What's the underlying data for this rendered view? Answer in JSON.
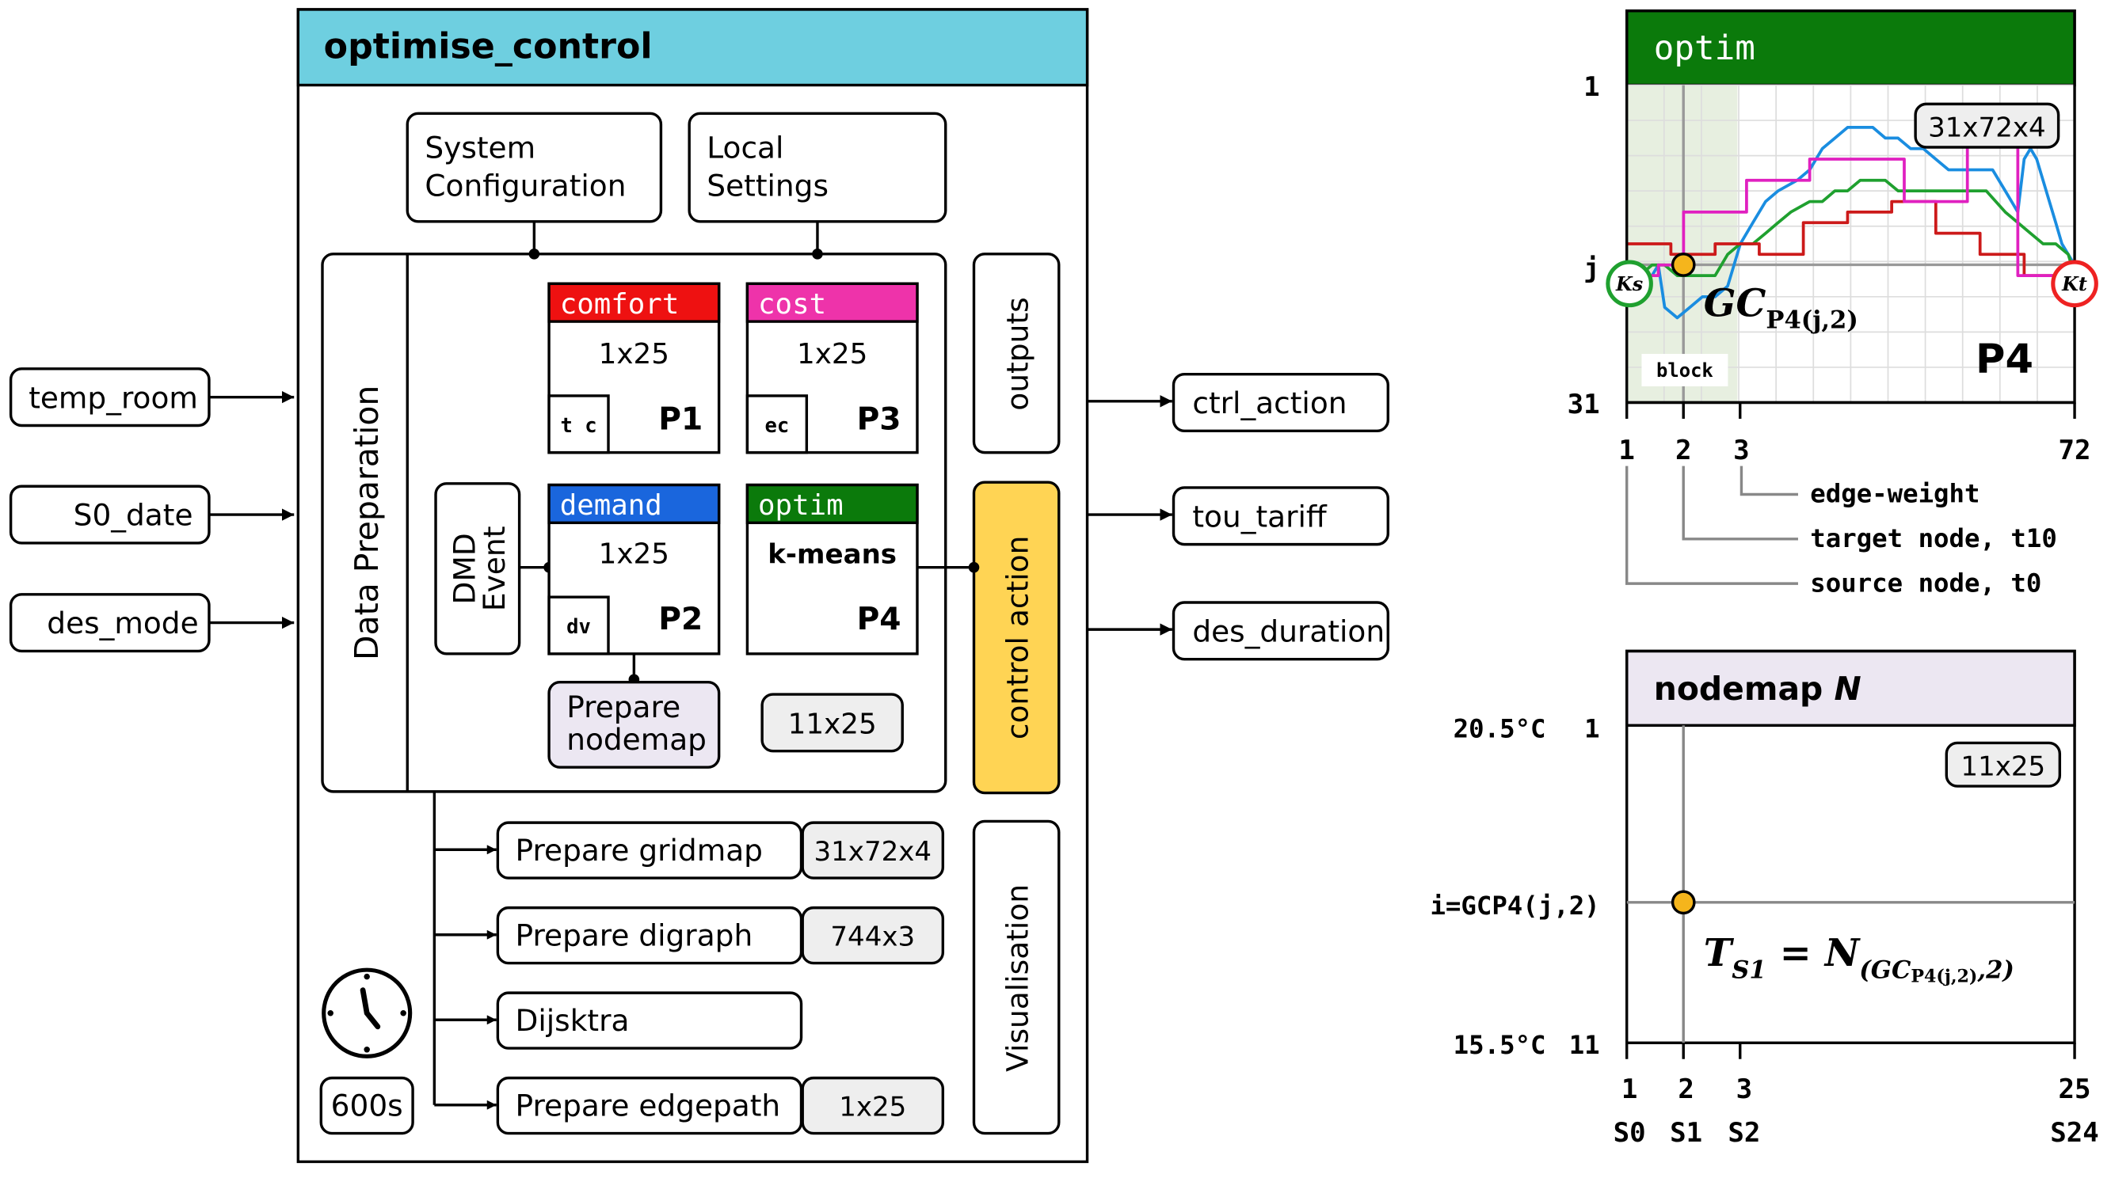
{
  "main": {
    "title": "optimise_control",
    "system_config": [
      "System",
      "Configuration"
    ],
    "local_settings": [
      "Local",
      "Settings"
    ],
    "data_preparation": "Data Preparation",
    "dmd_event": [
      "DMD",
      "Event"
    ],
    "outputs": "outputs",
    "control_action": "control action",
    "visualisation": "Visualisation",
    "interval": "600s",
    "blocks": [
      {
        "header": "comfort",
        "size": "1x25",
        "tag": "t c",
        "label": "P1"
      },
      {
        "header": "cost",
        "size": "1x25",
        "tag": "ec",
        "label": "P3"
      },
      {
        "header": "demand",
        "size": "1x25",
        "tag": "dv",
        "label": "P2"
      },
      {
        "header": "optim",
        "size": "k-means",
        "label": "P4"
      }
    ],
    "prepare_nodemap": [
      "Prepare",
      "nodemap"
    ],
    "nodemap_size": "11x25",
    "steps": [
      {
        "label": "Prepare gridmap",
        "size": "31x72x4"
      },
      {
        "label": "Prepare digraph",
        "size": "744x3"
      },
      {
        "label": "Dijsktra",
        "size": ""
      },
      {
        "label": "Prepare edgepath",
        "size": "1x25"
      }
    ]
  },
  "inputs": [
    "temp_room",
    "S0_date",
    "des_mode"
  ],
  "outputs_list": [
    "ctrl_action",
    "tou_tariff",
    "des_duration"
  ],
  "colors": {
    "title_bar": "#6ecfe0",
    "comfort": "#ee1111",
    "cost": "#ee33aa",
    "demand": "#1a66dd",
    "optim": "#0b7a0b",
    "control_action": "#ffd454",
    "nodemap_header": "#ece7f2",
    "size_box": "#eeeeee",
    "marker": "#f5b51c",
    "block_shade": "#e7efe0"
  },
  "optim_panel": {
    "title": "optim",
    "size_badge": "31x72x4",
    "label": "P4",
    "block": "block",
    "y_ticks": [
      "1",
      "j",
      "31"
    ],
    "x_ticks": [
      "1",
      "2",
      "3",
      "72"
    ],
    "source_sym": "Ks",
    "target_sym": "Kt",
    "gc_label": "GC",
    "gc_sub": "P4(j,2)",
    "legend": [
      "edge-weight",
      "target node, t10",
      "source node, t0"
    ]
  },
  "nodemap_panel": {
    "title": "nodemap",
    "title_symbol": "N",
    "size_badge": "11x25",
    "y_left": [
      "20.5°C",
      "i=GCP4(j,2)",
      "15.5°C"
    ],
    "y_ticks": [
      "1",
      "11"
    ],
    "x_ticks": [
      "1",
      "2",
      "3",
      "25"
    ],
    "x_states": [
      "S0",
      "S1",
      "S2",
      "S24"
    ],
    "eq_lhs": "T",
    "eq_lhs_sub": "S1",
    "eq_equals": "=",
    "eq_rhs": "N",
    "eq_rhs_sub": "(GC",
    "eq_rhs_subsub": "P4(j,2)",
    "eq_rhs_tail": ",2)"
  },
  "chart_data": {
    "type": "line",
    "title": "optim",
    "x_range": [
      1,
      72
    ],
    "y_range": [
      1,
      31
    ],
    "y_inverted": true,
    "series": [
      {
        "color": "#1a8de0",
        "x": [
          1,
          2,
          3,
          4,
          5,
          6,
          7,
          9,
          11,
          13,
          15,
          17,
          19,
          21,
          23,
          25,
          28,
          30,
          32,
          34,
          36,
          38,
          40,
          42,
          44,
          46,
          48,
          50,
          52,
          55,
          57,
          59,
          61,
          63,
          64,
          65,
          66,
          67,
          68,
          69,
          70,
          71,
          72
        ],
        "y": [
          18,
          21,
          20,
          19,
          19,
          18,
          22,
          23,
          22,
          21,
          21,
          20,
          16,
          14,
          12,
          11,
          10,
          9,
          7,
          6,
          5,
          5,
          5,
          6,
          6,
          7,
          7,
          8,
          9,
          9,
          9,
          9,
          11,
          13,
          8,
          7,
          8,
          10,
          12,
          14,
          16,
          17,
          18
        ]
      },
      {
        "color": "#1fa02f",
        "x": [
          1,
          3,
          5,
          7,
          9,
          11,
          13,
          15,
          17,
          19,
          21,
          23,
          25,
          27,
          30,
          32,
          34,
          36,
          38,
          40,
          42,
          44,
          46,
          48,
          50,
          52,
          55,
          58,
          61,
          63,
          65,
          67,
          69,
          71,
          72
        ],
        "y": [
          19,
          19,
          18,
          18,
          19,
          19,
          19,
          19,
          17,
          16,
          16,
          15,
          14,
          13,
          12,
          12,
          11,
          11,
          10,
          10,
          10,
          11,
          11,
          11,
          11,
          11,
          11,
          11,
          13,
          14,
          15,
          16,
          16,
          17,
          19
        ]
      },
      {
        "color": "#cc1a1a",
        "x": [
          1,
          8,
          8,
          15,
          15,
          22,
          22,
          29,
          29,
          36,
          36,
          43,
          43,
          50,
          50,
          57,
          57,
          64,
          64,
          72
        ],
        "y": [
          16,
          16,
          17,
          17,
          16,
          16,
          17,
          17,
          14,
          14,
          13,
          13,
          12,
          12,
          15,
          15,
          17,
          17,
          19,
          19
        ]
      },
      {
        "color": "#e020c0",
        "x": [
          1,
          2,
          2,
          6,
          6,
          10,
          10,
          20,
          20,
          30,
          30,
          45,
          45,
          55,
          55,
          63,
          63,
          72
        ],
        "y": [
          18,
          18,
          19,
          19,
          18,
          18,
          13,
          13,
          10,
          10,
          8,
          8,
          12,
          12,
          6,
          6,
          19,
          19
        ]
      }
    ],
    "markers": [
      {
        "name": "source",
        "x": 1,
        "y": 19
      },
      {
        "name": "target",
        "x": 72,
        "y": 19
      },
      {
        "name": "GC",
        "x": 2,
        "y": 18
      }
    ]
  }
}
